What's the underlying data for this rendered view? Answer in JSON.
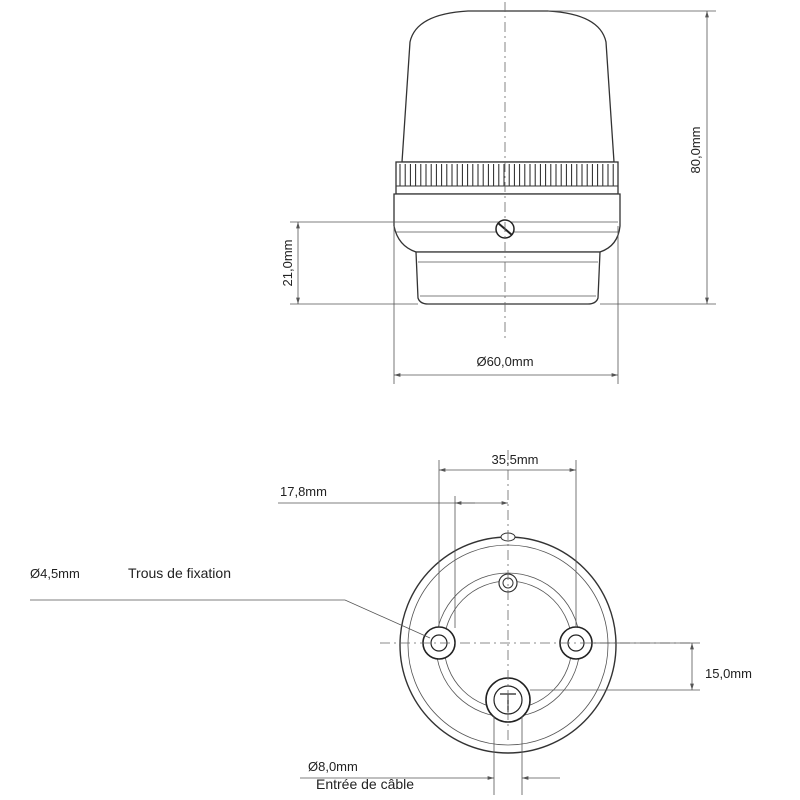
{
  "dimensions": {
    "height_total": "80,0mm",
    "base_height": "21,0mm",
    "diameter": "Ø60,0mm",
    "hole_spacing": "35,5mm",
    "hole_offset": "17,8mm",
    "hole_vertical": "15,0mm",
    "hole_diameter": "Ø4,5mm",
    "cable_diameter": "Ø8,0mm"
  },
  "labels": {
    "mounting_holes": "Trous de fixation",
    "cable_entry": "Entrée de câble"
  },
  "colors": {
    "line": "#333333",
    "dimension_line": "#555555"
  }
}
